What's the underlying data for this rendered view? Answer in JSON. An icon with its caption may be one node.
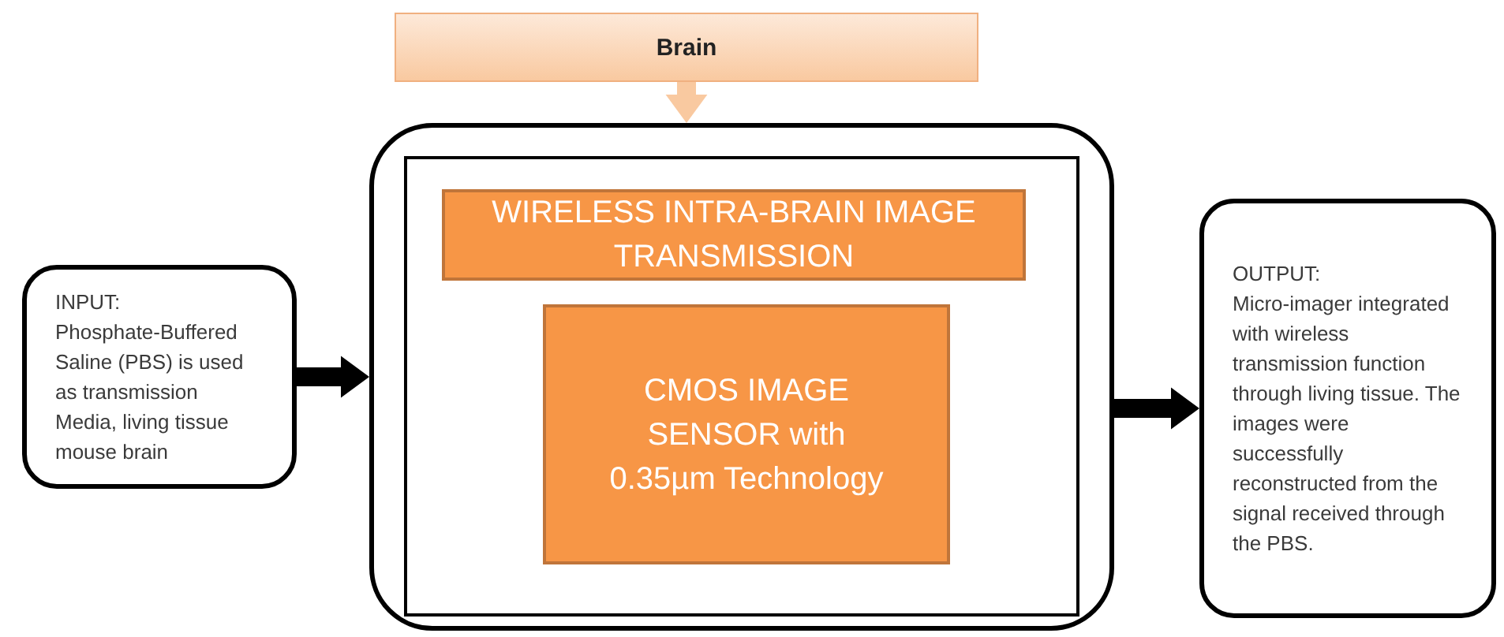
{
  "diagram": {
    "nodes": [
      {
        "text": [
          "Brain"
        ]
      },
      {
        "text": [],
        "shape": "box"
      },
      {
        "text": [],
        "shape": "box",
        "in": 1
      },
      {
        "text": [
          "WIRELESS INTRA-BRAIN IMAGE TRANSMISSION"
        ],
        "in": 2
      },
      {
        "text": [
          "CMOS IMAGE SENSOR with 0.35µm Technology"
        ],
        "in": 2
      },
      {
        "text": [
          "INPUT:",
          "Phosphate-Buffered Saline (PBS) is used as transmission Media, living tissue mouse brain"
        ]
      },
      {
        "text": [
          "OUTPUT:",
          "Micro-imager integrated with wireless transmission function through living tissue. The images were  successfully reconstructed from the signal received through the PBS."
        ]
      }
    ],
    "edges": [
      {
        "from": 0,
        "to": 1,
        "arrow": "to",
        "color": "#f9c9a0"
      },
      {
        "from": 5,
        "to": 1,
        "arrow": "to"
      },
      {
        "from": 1,
        "to": 6,
        "arrow": "to"
      }
    ]
  }
}
